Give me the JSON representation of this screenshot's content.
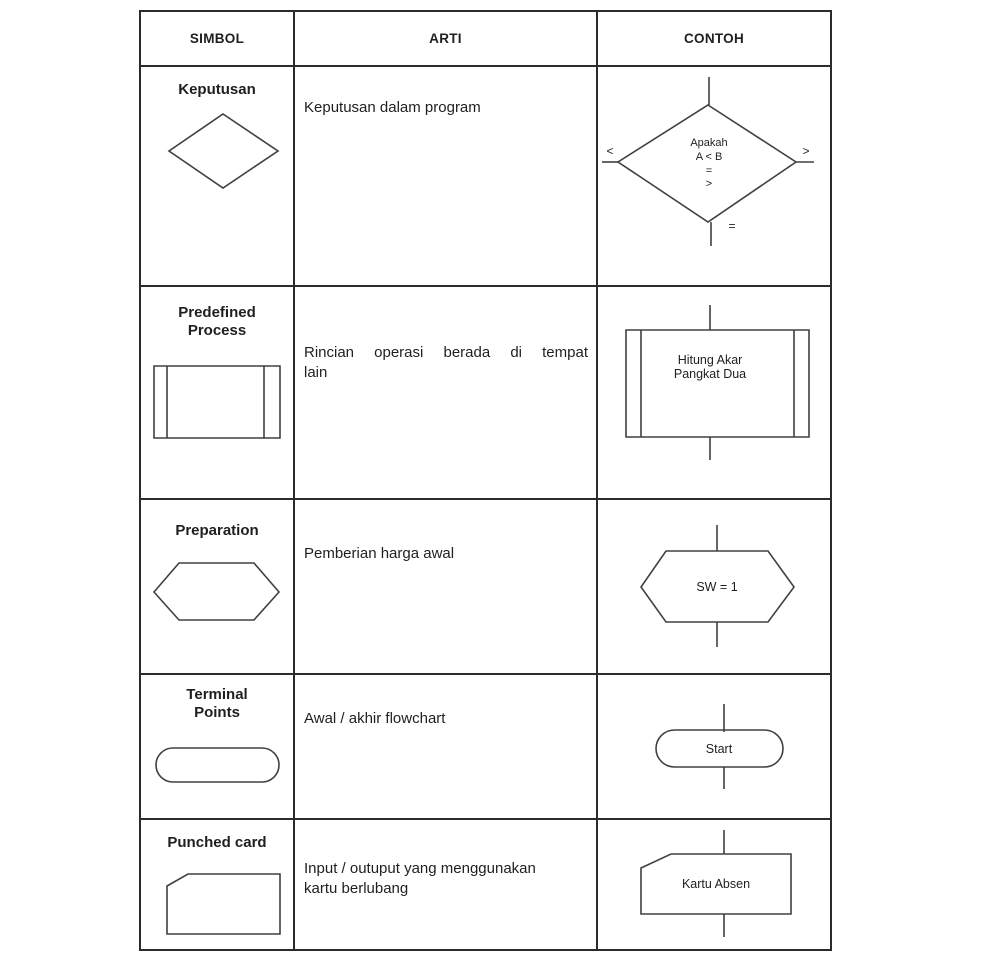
{
  "page": {
    "background": "#ffffff"
  },
  "colors": {
    "table_border": "#2b2b2b",
    "shape_line": "#404040",
    "text": "#1f1f1f"
  },
  "table": {
    "header": {
      "simbol": "SIMBOL",
      "arti": "ARTI",
      "contoh": "CONTOH"
    },
    "rows": [
      {
        "id": "keputusan",
        "shape": "decision-diamond",
        "label_lines": [
          "Keputusan"
        ],
        "arti_lines": [
          "Keputusan dalam program"
        ],
        "example": {
          "inner_lines": [
            "Apakah",
            "A < B",
            "=",
            ">"
          ],
          "left_branch": "<",
          "right_branch": ">",
          "bottom_branch": "="
        }
      },
      {
        "id": "predefined-process",
        "shape": "predefined-process-rect",
        "label_lines": [
          "Predefined",
          "Process"
        ],
        "arti_lines": [
          "Rincian operasi berada di tempat",
          "lain"
        ],
        "example": {
          "inner_lines": [
            "Hitung Akar",
            "Pangkat Dua"
          ]
        }
      },
      {
        "id": "preparation",
        "shape": "hexagon",
        "label_lines": [
          "Preparation"
        ],
        "arti_lines": [
          "Pemberian harga awal"
        ],
        "example": {
          "inner_lines": [
            "SW = 1"
          ]
        }
      },
      {
        "id": "terminal-points",
        "shape": "stadium",
        "label_lines": [
          "Terminal",
          "Points"
        ],
        "arti_lines": [
          "Awal / akhir flowchart"
        ],
        "example": {
          "inner_lines": [
            "Start"
          ]
        }
      },
      {
        "id": "punched-card",
        "shape": "punched-card",
        "label_lines": [
          "Punched card"
        ],
        "arti_lines": [
          "Input / outuput yang menggunakan",
          "kartu berlubang"
        ],
        "example": {
          "inner_lines": [
            "Kartu Absen"
          ]
        }
      }
    ]
  }
}
